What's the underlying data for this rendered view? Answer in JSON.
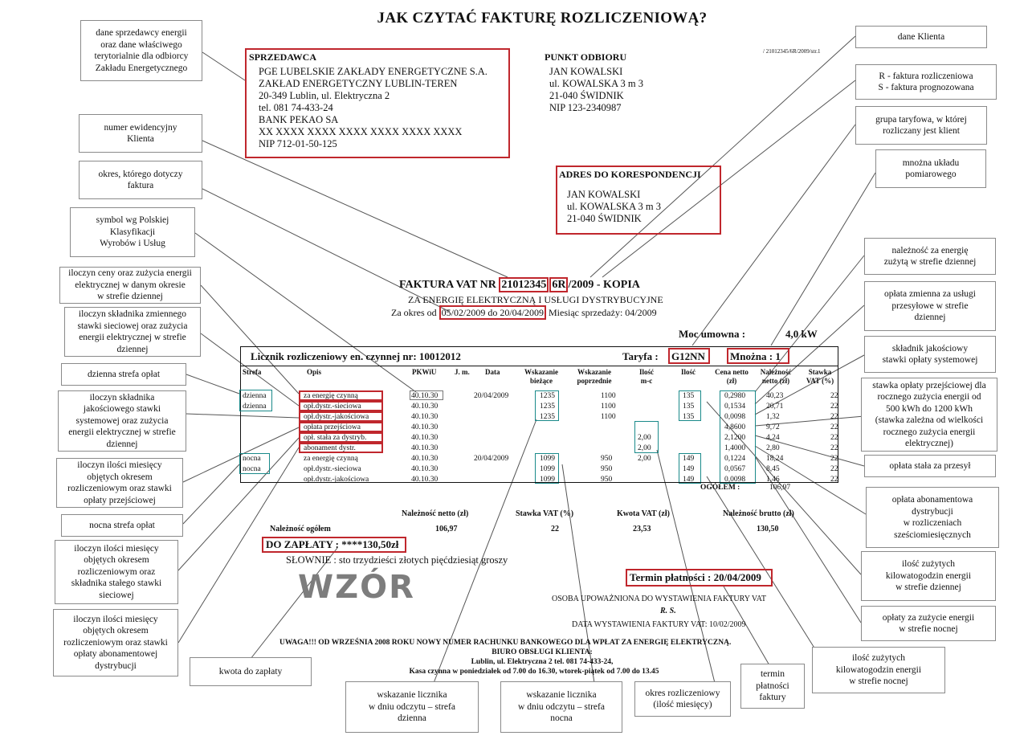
{
  "title": "JAK CZYTAĆ FAKTURĘ ROZLICZENIOWĄ?",
  "seller": {
    "header": "SPRZEDAWCA",
    "lines": [
      "PGE LUBELSKIE ZAKŁADY ENERGETYCZNE S.A.",
      "ZAKŁAD ENERGETYCZNY LUBLIN-TEREN",
      "20-349 Lublin, ul. Elektryczna 2",
      "tel. 081 74-433-24",
      "BANK PEKAO SA",
      "XX XXXX XXXX XXXX XXXX XXXX XXXX",
      "NIP 712-01-50-125"
    ]
  },
  "pickup": {
    "header": "PUNKT ODBIORU",
    "lines": [
      "JAN KOWALSKI",
      "ul. KOWALSKA 3 m 3",
      "21-040 ŚWIDNIK",
      "NIP 123-2340987"
    ]
  },
  "corner_code": "/ 21012345/6R/2009/str.1",
  "correspondence": {
    "header": "ADRES DO KORESPONDENCJI",
    "lines": [
      "JAN KOWALSKI",
      "ul. KOWALSKA 3 m 3",
      "21-040 ŚWIDNIK"
    ]
  },
  "invoice": {
    "title_prefix": "FAKTURA VAT NR",
    "number": "21012345",
    "suffix": "6R",
    "title_rest": "/2009 - KOPIA",
    "subtitle": "ZA ENERGIĘ ELEKTRYCZNĄ I USŁUGI DYSTRYBUCYJNE",
    "period_prefix": "Za okres od",
    "period": "05/02/2009 do 20/04/2009",
    "sale_month": "Miesiąc sprzedaży: 04/2009",
    "power_label": "Moc umowna :",
    "power_value": "4,0 kW",
    "meter_label": "Licznik rozliczeniowy en. czynnej nr: 10012012",
    "tariff_label": "Taryfa :",
    "tariff_value": "G12NN",
    "multiplier_label": "Mnożna :",
    "multiplier_value": "1"
  },
  "table": {
    "headers": [
      "Strefa",
      "Opis",
      "PKWiU",
      "J. m.",
      "Data",
      "Wskazanie bieżące",
      "Wskazanie poprzednie",
      "Ilość m-c",
      "Ilość",
      "Cena netto (zł)",
      "Należność netto (zł)",
      "Stawka VAT (%)"
    ],
    "rows": [
      {
        "strefa": "dzienna",
        "opis": "za energię czynną",
        "pkwiu": "40.10.30",
        "data": "20/04/2009",
        "biezace": "1235",
        "poprzednie": "1100",
        "mc": "",
        "ilosc": "135",
        "cena": "0,2980",
        "netto": "40,23",
        "vat": "22"
      },
      {
        "strefa": "dzienna",
        "opis": "opł.dystr.-sieciowa",
        "pkwiu": "40.10.30",
        "data": "",
        "biezace": "1235",
        "poprzednie": "1100",
        "mc": "",
        "ilosc": "135",
        "cena": "0,1534",
        "netto": "20,71",
        "vat": "22"
      },
      {
        "strefa": "",
        "opis": "opł.dystr.-jakościowa",
        "pkwiu": "40.10.30",
        "data": "",
        "biezace": "1235",
        "poprzednie": "1100",
        "mc": "",
        "ilosc": "135",
        "cena": "0,0098",
        "netto": "1,32",
        "vat": "22"
      },
      {
        "strefa": "",
        "opis": "opłata przejściowa",
        "pkwiu": "40.10.30",
        "data": "",
        "biezace": "",
        "poprzednie": "",
        "mc": "",
        "ilosc": "",
        "cena": "4,8600",
        "netto": "9,72",
        "vat": "22"
      },
      {
        "strefa": "",
        "opis": "opł. stała za dystryb.",
        "pkwiu": "40.10.30",
        "data": "",
        "biezace": "",
        "poprzednie": "",
        "mc": "2,00",
        "ilosc": "",
        "cena": "2,1200",
        "netto": "4,24",
        "vat": "22"
      },
      {
        "strefa": "",
        "opis": "abonament dystr.",
        "pkwiu": "40.10.30",
        "data": "",
        "biezace": "",
        "poprzednie": "",
        "mc": "2,00",
        "ilosc": "",
        "cena": "1,4000",
        "netto": "2,80",
        "vat": "22"
      },
      {
        "strefa": "nocna",
        "opis": "za energię czynną",
        "pkwiu": "40.10.30",
        "data": "20/04/2009",
        "biezace": "1099",
        "poprzednie": "950",
        "mc": "2,00",
        "ilosc": "149",
        "cena": "0,1224",
        "netto": "18,24",
        "vat": "22"
      },
      {
        "strefa": "nocna",
        "opis": "opł.dystr.-sieciowa",
        "pkwiu": "40.10.30",
        "data": "",
        "biezace": "1099",
        "poprzednie": "950",
        "mc": "",
        "ilosc": "149",
        "cena": "0,0567",
        "netto": "8,45",
        "vat": "22"
      },
      {
        "strefa": "",
        "opis": "opł.dystr.-jakościowa",
        "pkwiu": "40.10.30",
        "data": "",
        "biezace": "1099",
        "poprzednie": "950",
        "mc": "",
        "ilosc": "149",
        "cena": "0,0098",
        "netto": "1,46",
        "vat": "22"
      }
    ],
    "total_label": "OGÓŁEM :",
    "total_value": "106,97"
  },
  "summary": {
    "headers": [
      "Należność netto (zł)",
      "Stawka VAT (%)",
      "Kwota VAT (zł)",
      "Należność brutto (zł)"
    ],
    "label": "Należność ogółem",
    "values": [
      "106,97",
      "22",
      "23,53",
      "130,50"
    ]
  },
  "payment": {
    "to_pay": "DO ZAPŁATY : ****130,50zł",
    "words": "SŁOWNIE : sto trzydzieści złotych pięćdziesiąt groszy",
    "due": "Termin płatności :  20/04/2009"
  },
  "watermark": "WZÓR",
  "footer": {
    "authorized": "OSOBA UPOWAŻNIONA DO WYSTAWIENIA FAKTURY VAT",
    "initials": "R. S.",
    "issue_date": "DATA WYSTAWIENIA FAKTURY VAT: 10/02/2009",
    "notice": "UWAGA!!! OD WRZEŚNIA 2008 ROKU NOWY NUMER RACHUNKU BANKOWEGO DLA WPŁAT ZA ENERGIĘ ELEKTRYCZNĄ.",
    "office": "BIURO OBSŁUGI KLIENTA:",
    "office_addr": "Lublin, ul. Elektryczna 2 tel. 081 74-433-24,",
    "hours": "Kasa czynna w poniedziałek od 7.00 do 16.30, wtorek-piątek od 7.00 do 13.45"
  },
  "annotations": {
    "seller_data": "dane sprzedawcy energii\noraz dane właściwego\nterytorialnie dla odbiorcy\nZakładu Energetycznego",
    "client_number": "numer ewidencyjny\nKlienta",
    "period": "okres, którego dotyczy\nfaktura",
    "pkwiu_symbol": "symbol wg Polskiej\nKlasyfikacji\nWyrobów i Usług",
    "day_energy_product": "iloczyn ceny oraz zużycia energii\nelektrycznej w danym okresie\nw strefie dziennej",
    "day_network_product": "iloczyn składnika zmiennego\nstawki sieciowej oraz zużycia\nenergii elektrycznej w strefie\ndziennej",
    "day_zone": "dzienna strefa opłat",
    "day_quality_product": "iloczyn składnika\njakościowego stawki\nsystemowej oraz zużycia\nenergii elektrycznej w strefie\ndziennej",
    "transition_product": "iloczyn ilości miesięcy\nobjętych okresem\nrozliczeniowym oraz stawki\nopłaty przejściowej",
    "night_zone": "nocna strefa opłat",
    "fixed_network_product": "iloczyn ilości miesięcy\nobjętych okresem\nrozliczeniowym oraz\nskładnika stałego stawki\nsieciowej",
    "subscription_product": "iloczyn ilości miesięcy\nobjętych okresem\nrozliczeniowym oraz stawki\nopłaty abonamentowej\ndystrybucji",
    "amount_due": "kwota do zapłaty",
    "meter_day": "wskazanie licznika\nw dniu odczytu – strefa\ndzienna",
    "meter_night": "wskazanie licznika\nw dniu odczytu – strefa\nnocna",
    "billing_period": "okres rozliczeniowy\n(ilość miesięcy)",
    "due_date": "termin\npłatności\nfaktury",
    "night_kwh": "ilość zużytych\nkilowatogodzin energii\nw strefie nocnej",
    "client_data": "dane Klienta",
    "invoice_type": "R - faktura rozliczeniowa\nS - faktura  prognozowana",
    "tariff_group": "grupa taryfowa, w której\nrozliczany jest klient",
    "multiplier": "mnożna układu\npomiarowego",
    "day_energy_due": "należność za energię\nzużytą w strefie dziennej",
    "variable_transmission": "opłata zmienna za usługi\nprzesyłowe w strefie\ndziennej",
    "quality_component": "składnik jakościowy\nstawki opłaty systemowej",
    "transition_rate": "stawka opłaty przejściowej dla\nrocznego zużycia energii od\n500 kWh do 1200 kWh\n(stawka zależna od wielkości\nrocznego zużycia energii\nelektrycznej)",
    "fixed_transmission": "opłata stała za przesył",
    "subscription_fee": "opłata abonamentowa\ndystrybucji\nw rozliczeniach\nsześciomiesięcznych",
    "day_kwh": "ilość zużytych\nkilowatogodzin energii\nw strefie dziennej",
    "night_energy_fee": "opłaty za zużycie energii\nw strefie nocnej"
  }
}
